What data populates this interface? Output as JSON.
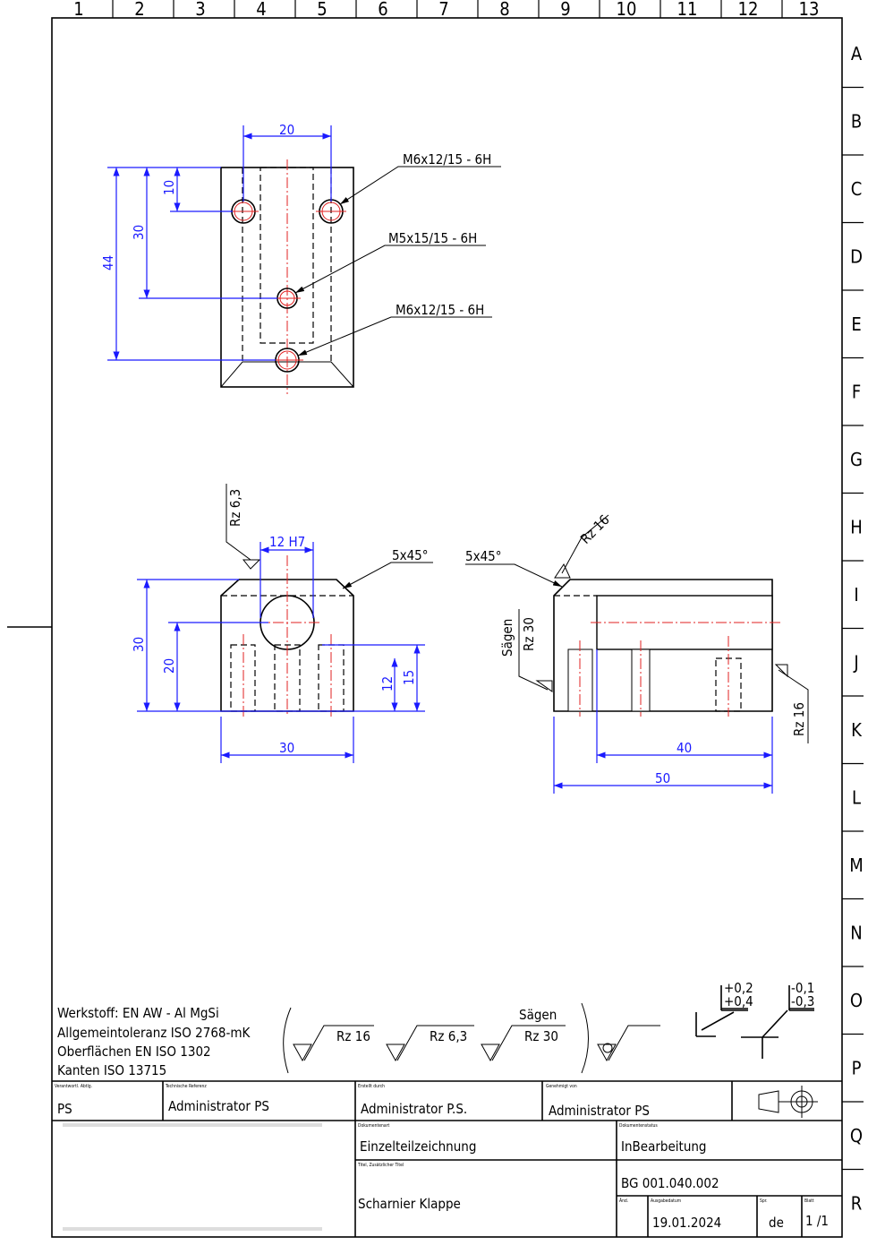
{
  "grid": {
    "columns": [
      "1",
      "2",
      "3",
      "4",
      "5",
      "6",
      "7",
      "8",
      "9",
      "10",
      "11",
      "12",
      "13"
    ],
    "rows": [
      "A",
      "B",
      "C",
      "D",
      "E",
      "F",
      "G",
      "H",
      "I",
      "J",
      "K",
      "L",
      "M",
      "N",
      "O",
      "P",
      "Q",
      "R"
    ]
  },
  "top_view": {
    "dim_width": "20",
    "dim_10": "10",
    "dim_30": "30",
    "dim_44": "44",
    "callouts": [
      "M6x12/15 - 6H",
      "M5x15/15 - 6H",
      "M6x12/15 - 6H"
    ]
  },
  "front_view": {
    "surface": "Rz 6,3",
    "bore": "12 H7",
    "chamfer": "5x45°",
    "dim_30h": "30",
    "dim_20": "20",
    "dim_12": "12",
    "dim_15": "15",
    "dim_30w": "30"
  },
  "side_view": {
    "chamfer": "5x45°",
    "surface_top": "Rz 16",
    "saw_label": "Sägen",
    "saw_rz": "Rz 30",
    "surface_right": "Rz 16",
    "dim_40": "40",
    "dim_50": "50"
  },
  "notes": [
    "Werkstoff: EN AW - Al MgSi",
    "Allgemeintoleranz ISO 2768-mK",
    "Oberflächen EN ISO 1302",
    "Kanten ISO 13715"
  ],
  "surface_symbols": {
    "s1": "Rz 16",
    "s2": "Rz 6,3",
    "s3_label": "Sägen",
    "s3": "Rz 30"
  },
  "edge_symbols": {
    "e1_top": "+0,2",
    "e1_bottom": "+0,4",
    "e2_top": "-0,1",
    "e2_bottom": "-0,3"
  },
  "title_block": {
    "dept_label": "Verantwortl. Abtlg.",
    "dept": "PS",
    "ref_label": "Technische Referenz",
    "ref": "Administrator PS",
    "created_label": "Erstellt durch",
    "created": "Administrator P.S.",
    "approved_label": "Genehmigt von",
    "approved": "Administrator PS",
    "doctype_label": "Dokumentenart",
    "doctype": "Einzelteilzeichnung",
    "status_label": "Dokumentenstatus",
    "status": "InBearbeitung",
    "title_label": "Titel, Zusätzlicher Titel",
    "title": "Scharnier Klappe",
    "number": "BG 001.040.002",
    "rev_label": "Änd.",
    "date_label": "Ausgabedatum",
    "date": "19.01.2024",
    "lang_label": "Spr.",
    "lang": "de",
    "sheet_label": "Blatt",
    "sheet": "1 /1"
  }
}
